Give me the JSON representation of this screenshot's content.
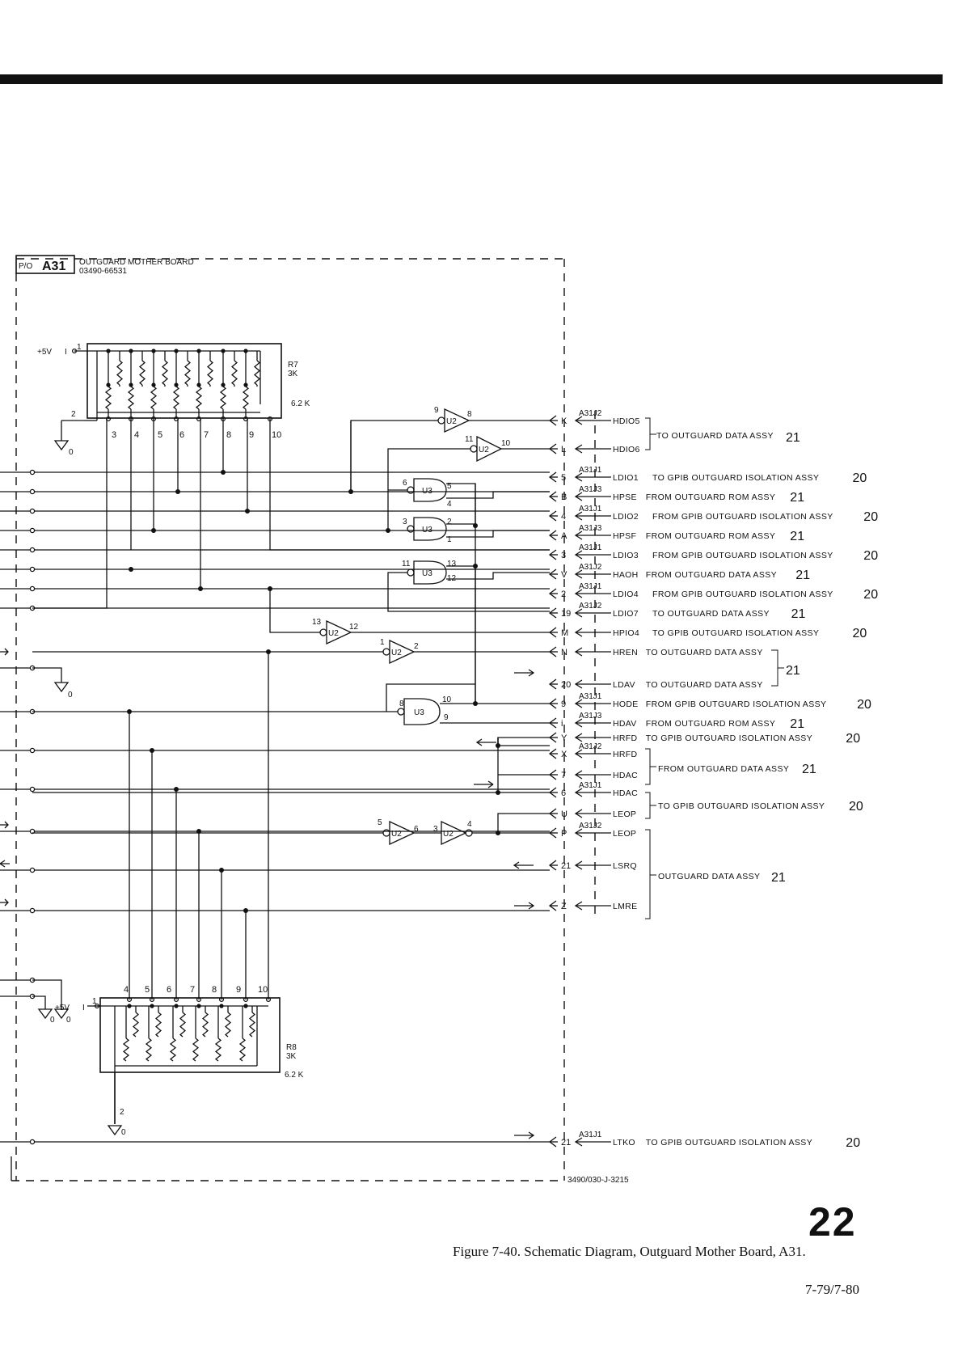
{
  "board": {
    "ref_prefix": "P/O",
    "ref": "A31",
    "name": "OUTGUARD MOTHER BOARD",
    "part_number": "03490-66531",
    "drawing_number": "3490/030-J-3215"
  },
  "power_label": "+5V",
  "ground_label": "0",
  "resistor_packs": [
    {
      "ref": "R7",
      "value_a": "3K",
      "value_b": "6.2 K",
      "pins": [
        "1",
        "2",
        "3",
        "4",
        "5",
        "6",
        "7",
        "8",
        "9",
        "10"
      ]
    },
    {
      "ref": "R8",
      "value_a": "3K",
      "value_b": "6.2 K",
      "pins": [
        "1",
        "2",
        "4",
        "5",
        "6",
        "7",
        "8",
        "9",
        "10"
      ]
    }
  ],
  "gates": [
    {
      "ref": "U2",
      "in": "9",
      "out": "8"
    },
    {
      "ref": "U2",
      "in": "11",
      "out": "10"
    },
    {
      "ref": "U3",
      "in1": "6",
      "out": "5",
      "in2": "4"
    },
    {
      "ref": "U3",
      "in1": "3",
      "out": "2",
      "in2": "1"
    },
    {
      "ref": "U3",
      "in1": "11",
      "out": "13",
      "in2": "12"
    },
    {
      "ref": "U2",
      "in": "13",
      "out": "12"
    },
    {
      "ref": "U2",
      "in": "1",
      "out": "2"
    },
    {
      "ref": "U3",
      "in1": "8",
      "out": "10",
      "in2": "9"
    },
    {
      "ref": "U2",
      "in": "5",
      "out": "6"
    },
    {
      "ref": "U2",
      "in": "3",
      "out": "4"
    }
  ],
  "connectors": [
    {
      "pin": "K",
      "conn": "A31J2",
      "signal": "HDIO5"
    },
    {
      "pin": "L",
      "conn": "",
      "signal": "HDIO6"
    },
    {
      "pin": "5",
      "conn": "A31J1",
      "signal": "LDIO1",
      "dest": "TO  GPIB  OUTGUARD  ISOLATION  ASSY",
      "sheet": "20"
    },
    {
      "pin": "B",
      "conn": "A31J3",
      "signal": "HPSE",
      "dest": "FROM  OUTGUARD  ROM  ASSY",
      "sheet": "21"
    },
    {
      "pin": "4",
      "conn": "A31J1",
      "signal": "LDIO2",
      "dest": "FROM  GPIB  OUTGUARD  ISOLATION  ASSY",
      "sheet": "20"
    },
    {
      "pin": "A",
      "conn": "A31J3",
      "signal": "HPSF",
      "dest": "FROM  OUTGUARD  ROM  ASSY",
      "sheet": "21"
    },
    {
      "pin": "3",
      "conn": "A31J1",
      "signal": "LDIO3",
      "dest": "FROM  GPIB  OUTGUARD  ISOLATION  ASSY",
      "sheet": "20"
    },
    {
      "pin": "V",
      "conn": "A31J2",
      "signal": "HAOH",
      "dest": "FROM  OUTGUARD  DATA  ASSY",
      "sheet": "21"
    },
    {
      "pin": "2",
      "conn": "A31J1",
      "signal": "LDIO4",
      "dest": "FROM  GPIB  OUTGUARD  ISOLATION  ASSY",
      "sheet": "20"
    },
    {
      "pin": "19",
      "conn": "A31J2",
      "signal": "LDIO7",
      "dest": "TO  OUTGUARD  DATA  ASSY",
      "sheet": "21"
    },
    {
      "pin": "M",
      "conn": "",
      "signal": "HPIO4",
      "dest": "TO  GPIB  OUTGUARD  ISOLATION  ASSY",
      "sheet": "20"
    },
    {
      "pin": "N",
      "conn": "",
      "signal": "HREN",
      "dest": "TO  OUTGUARD  DATA  ASSY",
      "sheet": ""
    },
    {
      "pin": "20",
      "conn": "",
      "signal": "LDAV",
      "dest": "TO  OUTGUARD  DATA  ASSY",
      "sheet": ""
    },
    {
      "pin": "9",
      "conn": "A31J1",
      "signal": "HODE",
      "dest": "FROM  GPIB  OUTGUARD  ISOLATION  ASSY",
      "sheet": "20"
    },
    {
      "pin": "i",
      "conn": "A31J3",
      "signal": "HDAV",
      "dest": "FROM  OUTGUARD  ROM  ASSY",
      "sheet": "21"
    },
    {
      "pin": "Y",
      "conn": "",
      "signal": "HRFD",
      "dest": "TO  GPIB  OUTGUARD  ISOLATION  ASSY",
      "sheet": "20"
    },
    {
      "pin": "X",
      "conn": "A31J2",
      "signal": "HRFD"
    },
    {
      "pin": "7",
      "conn": "",
      "signal": "HDAC"
    },
    {
      "pin": "6",
      "conn": "A31J1",
      "signal": "HDAC"
    },
    {
      "pin": "U",
      "conn": "",
      "signal": "LEOP"
    },
    {
      "pin": "P",
      "conn": "A31J2",
      "signal": "LEOP"
    },
    {
      "pin": "21",
      "conn": "",
      "signal": "LSRQ"
    },
    {
      "pin": "Z",
      "conn": "",
      "signal": "LMRE"
    },
    {
      "pin": "21",
      "conn": "A31J1",
      "signal": "LTKO",
      "dest": "TO  GPIB  OUTGUARD  ISOLATION  ASSY",
      "sheet": "20"
    }
  ],
  "brackets": [
    {
      "dest": "TO  OUTGUARD  DATA  ASSY",
      "sheet": "21"
    },
    {
      "dest": "",
      "sheet": "21"
    },
    {
      "dest": "FROM  OUTGUARD  DATA  ASSY",
      "sheet": "21"
    },
    {
      "dest": "TO  GPIB  OUTGUARD  ISOLATION  ASSY",
      "sheet": "20"
    },
    {
      "dest": "OUTGUARD  DATA  ASSY",
      "sheet": "21"
    }
  ],
  "sheet_number": "22",
  "caption": "Figure 7-40.  Schematic Diagram, Outguard Mother Board, A31.",
  "page_number": "7-79/7-80"
}
